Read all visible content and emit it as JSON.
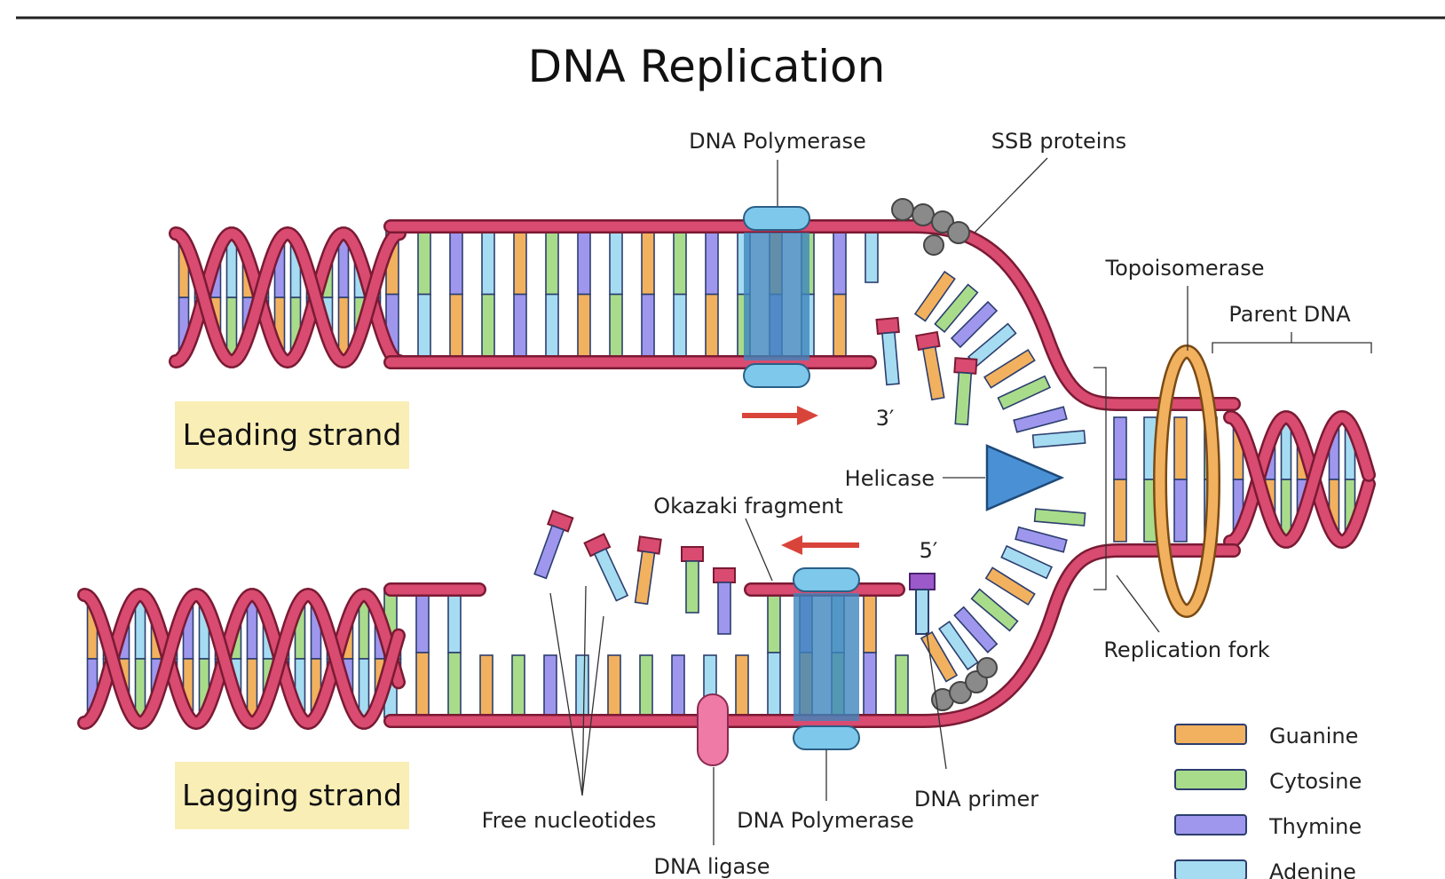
{
  "title": "DNA Replication",
  "labels": {
    "dna_polymerase_top": "DNA Polymerase",
    "ssb_proteins": "SSB proteins",
    "topoisomerase": "Topoisomerase",
    "parent_dna": "Parent DNA",
    "leading_strand": "Leading strand",
    "three_prime": "3′",
    "helicase": "Helicase",
    "okazaki_fragment": "Okazaki fragment",
    "five_prime": "5′",
    "replication_fork": "Replication fork",
    "lagging_strand": "Lagging strand",
    "free_nucleotides": "Free nucleotides",
    "dna_polymerase_bottom": "DNA Polymerase",
    "dna_primer": "DNA primer",
    "dna_ligase": "DNA ligase"
  },
  "legend": [
    {
      "name": "Guanine",
      "color": "#f2b15e"
    },
    {
      "name": "Cytosine",
      "color": "#a9dc8a"
    },
    {
      "name": "Thymine",
      "color": "#9f97ee"
    },
    {
      "name": "Adenine",
      "color": "#a5dcf1"
    }
  ],
  "colors": {
    "backbone": "#d94b70",
    "backbone_outline": "#7a1a34",
    "polymerase": "#7ec8ec",
    "polymerase_core": "#3f86bd",
    "helicase": "#4a90d4",
    "topoisomerase": "#f2b15e",
    "ssb": "#8a8a8a",
    "ligase": "#ef7aa6",
    "primer": "#9b59c9",
    "label_box": "#f9eeb5",
    "arrow": "#d9443a"
  }
}
